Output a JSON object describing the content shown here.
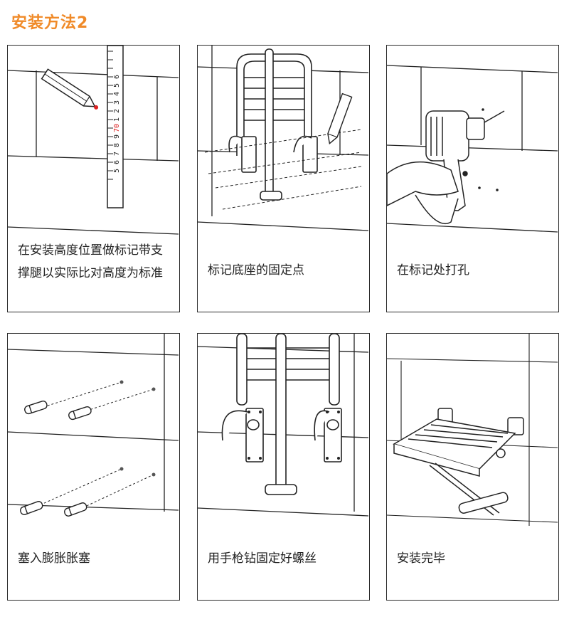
{
  "title": "安装方法2",
  "accent_color": "#f08a28",
  "steps": [
    {
      "caption": "在安装高度位置做标记带支撑腿以实际比对高度为标准",
      "ruler_numbers": [
        "5",
        "6",
        "7",
        "8",
        "9",
        "70",
        "1",
        "2",
        "3",
        "4",
        "5",
        "6"
      ],
      "icon": "pencil-ruler-icon"
    },
    {
      "caption": "标记底座的固定点",
      "icon": "seat-frame-marking-icon"
    },
    {
      "caption": "在标记处打孔",
      "icon": "drill-icon"
    },
    {
      "caption": "塞入膨胀胀塞",
      "icon": "anchor-plug-icon"
    },
    {
      "caption": "用手枪钻固定好螺丝",
      "icon": "screw-fixing-icon"
    },
    {
      "caption": "安装完毕",
      "icon": "folded-seat-icon"
    }
  ]
}
